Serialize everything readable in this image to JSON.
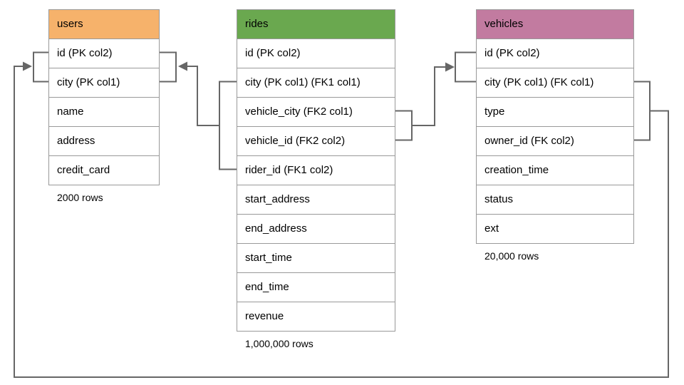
{
  "diagram": {
    "background_color": "#ffffff",
    "table_border_color": "#999999",
    "connector_color": "#666666",
    "tables": {
      "users": {
        "name": "users",
        "header_color": "#f6b26b",
        "columns": [
          "id (PK col2)",
          "city (PK col1)",
          "name",
          "address",
          "credit_card"
        ],
        "row_count": "2000 rows"
      },
      "rides": {
        "name": "rides",
        "header_color": "#6aa84f",
        "columns": [
          "id (PK col2)",
          "city (PK col1) (FK1 col1)",
          "vehicle_city (FK2 col1)",
          "vehicle_id (FK2 col2)",
          "rider_id (FK1 col2)",
          "start_address",
          "end_address",
          "start_time",
          "end_time",
          "revenue"
        ],
        "row_count": "1,000,000 rows"
      },
      "vehicles": {
        "name": "vehicles",
        "header_color": "#c27ba0",
        "columns": [
          "id (PK col2)",
          "city (PK col1) (FK col1)",
          "type",
          "owner_id (FK col2)",
          "creation_time",
          "status",
          "ext"
        ],
        "row_count": "20,000 rows"
      }
    },
    "relationships": [
      {
        "from": "rides (city, rider_id) FK1",
        "to": "users (city, id)"
      },
      {
        "from": "rides (vehicle_city, vehicle_id) FK2",
        "to": "vehicles (city, id)"
      },
      {
        "from": "vehicles (city, owner_id) FK",
        "to": "users (city, id)"
      }
    ]
  }
}
